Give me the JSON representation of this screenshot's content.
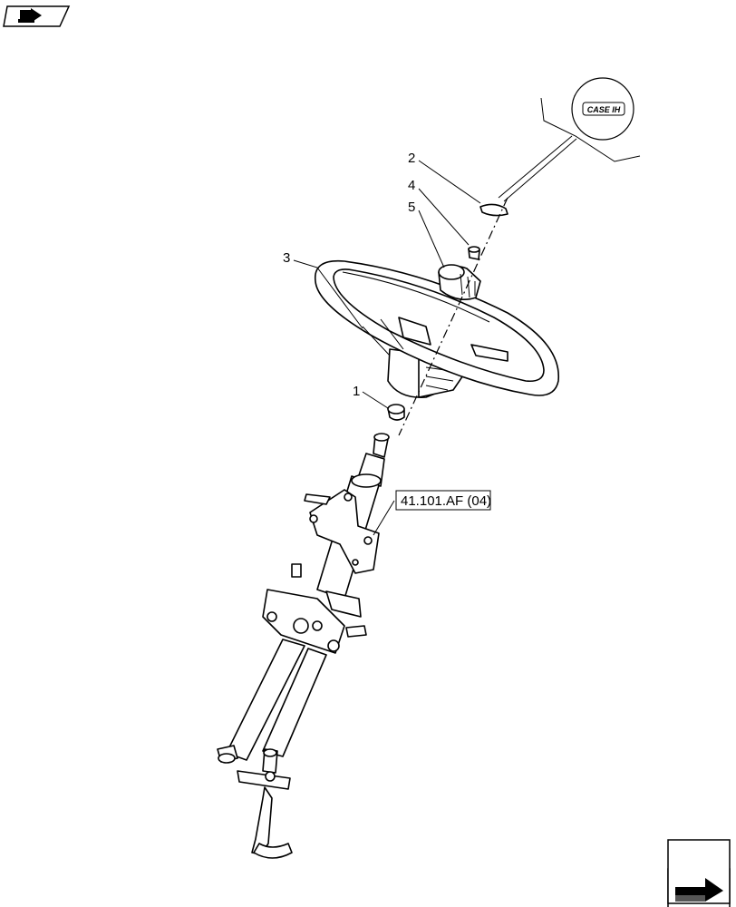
{
  "navigation": {
    "prev_icon": "book-arrow-icon",
    "next_icon": "forward-arrow-icon"
  },
  "logo": {
    "text": "CASE IH"
  },
  "callouts": [
    {
      "id": "c1",
      "label": "1"
    },
    {
      "id": "c2",
      "label": "2"
    },
    {
      "id": "c3",
      "label": "3"
    },
    {
      "id": "c4",
      "label": "4"
    },
    {
      "id": "c5",
      "label": "5"
    }
  ],
  "reference": {
    "label": "41.101.AF (04)"
  },
  "colors": {
    "line": "#000000",
    "background": "#ffffff"
  }
}
